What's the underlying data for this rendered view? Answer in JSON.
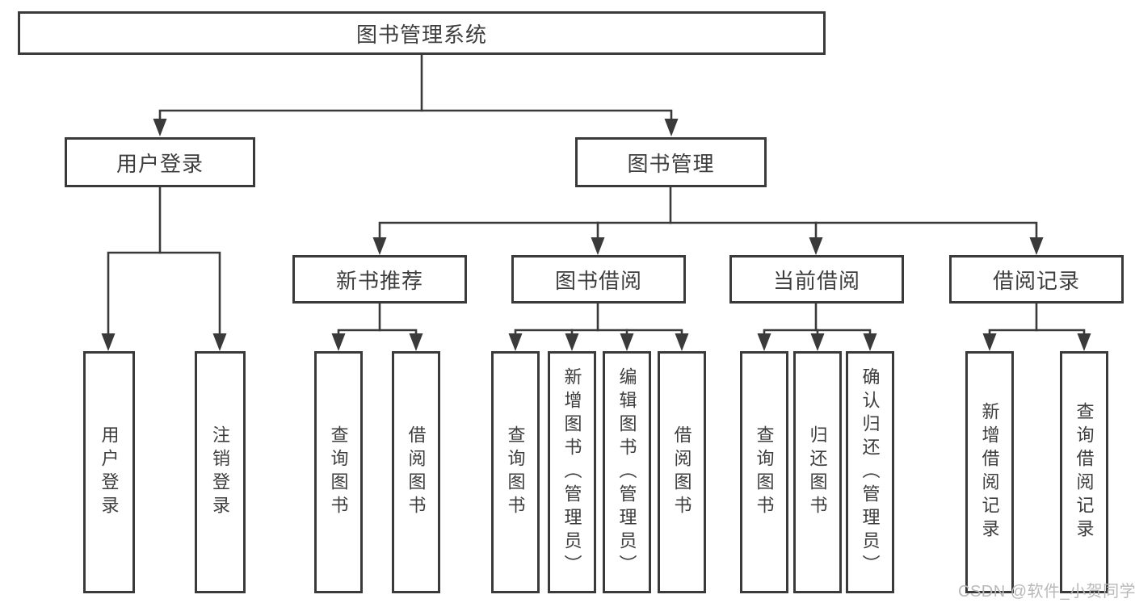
{
  "tree": {
    "root": {
      "label": "图书管理系统"
    },
    "branches": [
      {
        "label": "用户登录",
        "children": [
          {
            "label": "用户登录"
          },
          {
            "label": "注销登录"
          }
        ]
      },
      {
        "label": "图书管理",
        "groups": [
          {
            "label": "新书推荐",
            "children": [
              {
                "label": "查询图书"
              },
              {
                "label": "借阅图书"
              }
            ]
          },
          {
            "label": "图书借阅",
            "children": [
              {
                "label": "查询图书"
              },
              {
                "label": "新增图书（管理员）"
              },
              {
                "label": "编辑图书（管理员）"
              },
              {
                "label": "借阅图书"
              }
            ]
          },
          {
            "label": "当前借阅",
            "children": [
              {
                "label": "查询图书"
              },
              {
                "label": "归还图书"
              },
              {
                "label": "确认归还（管理员）"
              }
            ]
          },
          {
            "label": "借阅记录",
            "children": [
              {
                "label": "新增借阅记录"
              },
              {
                "label": "查询借阅记录"
              }
            ]
          }
        ]
      }
    ]
  },
  "watermark": {
    "text": "CSDN @软件_小贺同学"
  },
  "colors": {
    "line": "#3a3a3a",
    "text": "#3d3d3d",
    "background": "#ffffff",
    "watermark": "#b9b9b9"
  }
}
